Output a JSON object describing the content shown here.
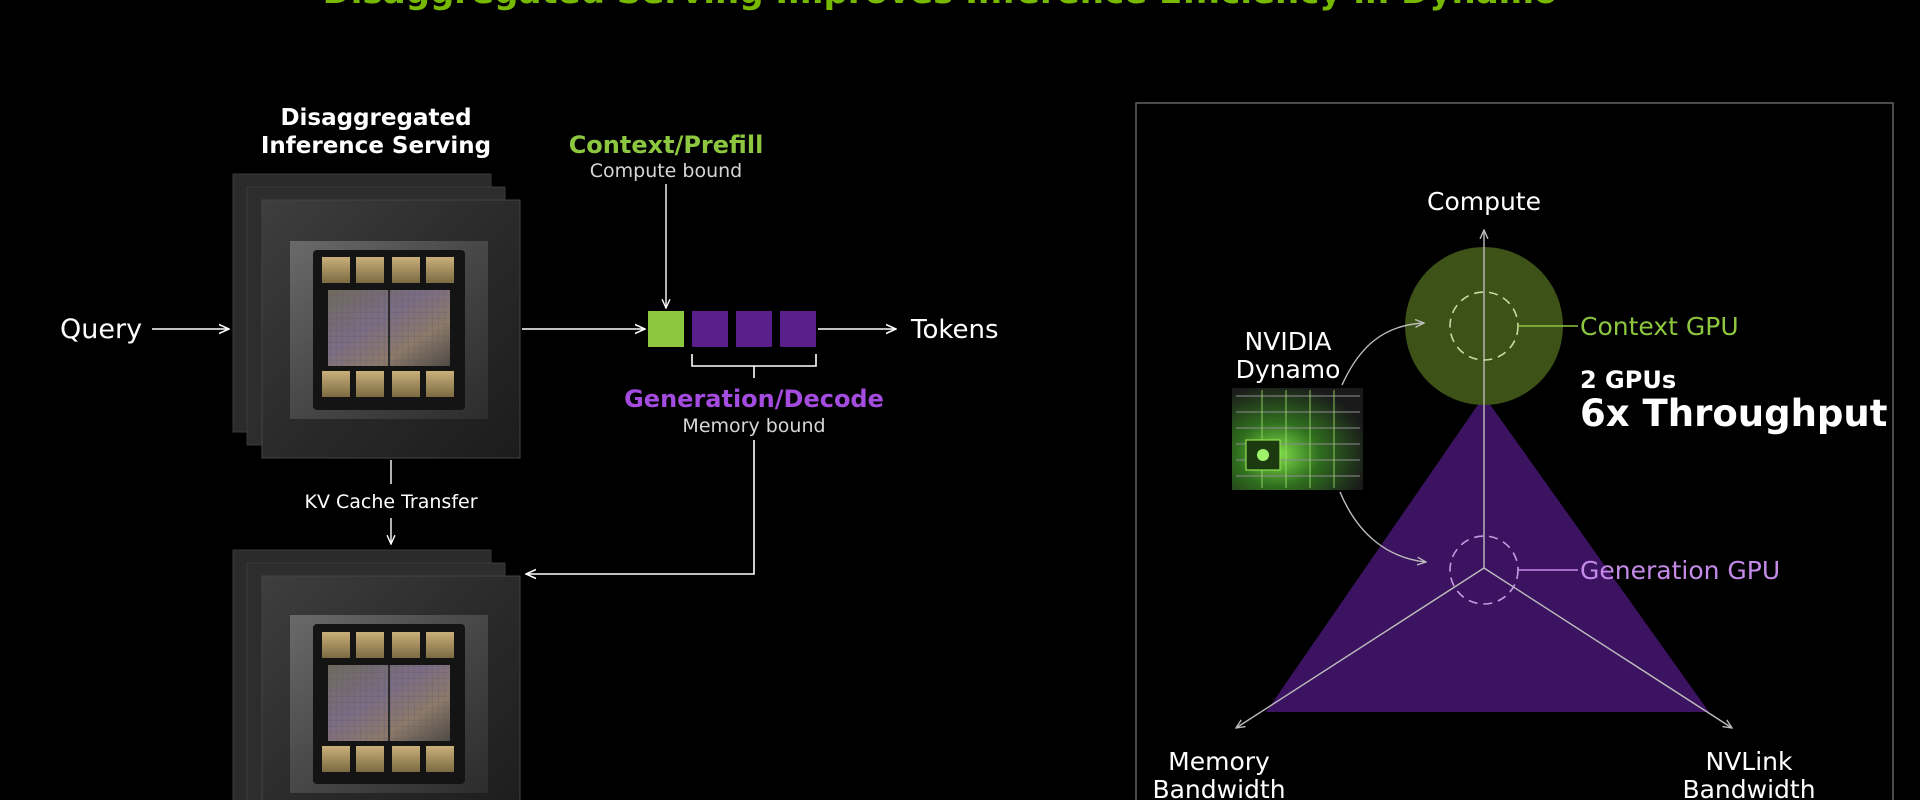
{
  "slide_title": "Disaggregated Serving Improves Inference Efficiency in Dynamo",
  "left": {
    "serving_label_line1": "Disaggregated",
    "serving_label_line2": "Inference Serving",
    "query": "Query",
    "tokens": "Tokens",
    "context_title": "Context/Prefill",
    "context_subtitle": "Compute bound",
    "generation_title": "Generation/Decode",
    "generation_subtitle": "Memory bound",
    "kv_cache": "KV Cache Transfer",
    "token_count": {
      "context": 1,
      "generation": 3
    }
  },
  "right": {
    "compute": "Compute",
    "memory_line1": "Memory",
    "memory_line2": "Bandwidth",
    "nvlink_line1": "NVLink",
    "nvlink_line2": "Bandwidth",
    "dynamo_line1": "NVIDIA",
    "dynamo_line2": "Dynamo",
    "context_gpu": "Context GPU",
    "generation_gpu": "Generation GPU",
    "gpus": "2 GPUs",
    "throughput": "6x Throughput"
  },
  "colors": {
    "green": "#8dc63f",
    "green_dark": "#3d5216",
    "purple": "#a44be0",
    "purple_dark": "#5a1f8a",
    "triangle": "#3c1361",
    "generation_label": "#c58ae8",
    "line": "#ffffff",
    "frame": "#6b6b6b"
  }
}
